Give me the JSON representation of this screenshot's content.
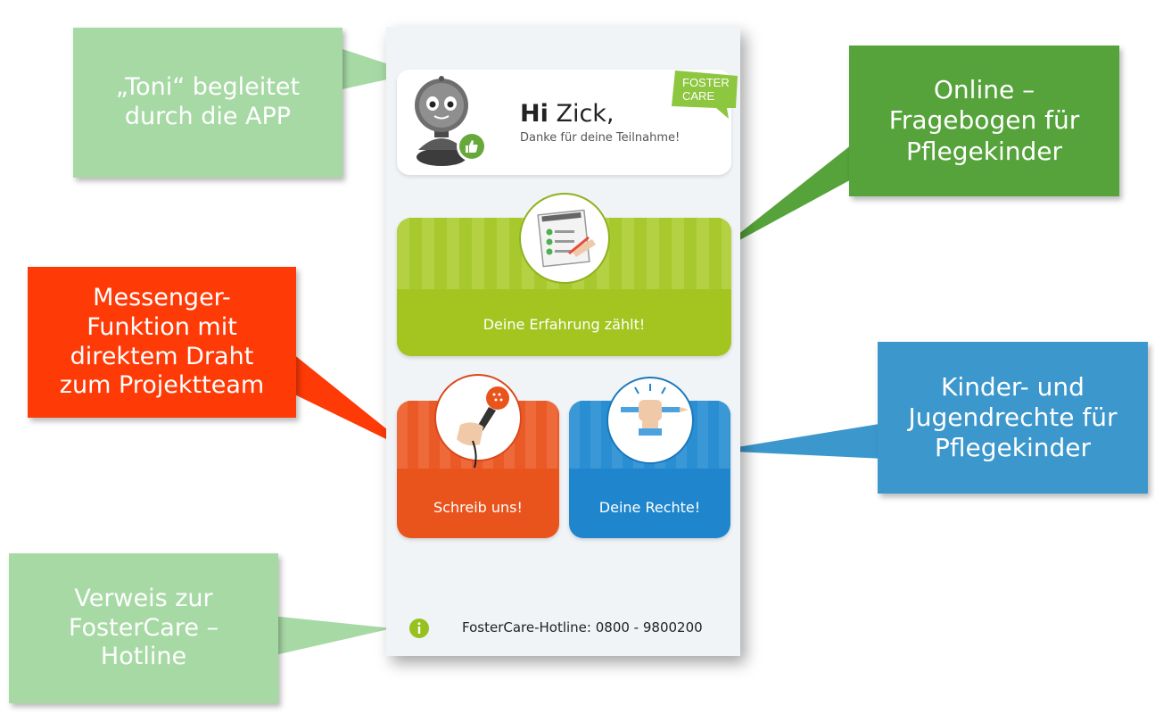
{
  "callouts": {
    "toni": "„Toni“ begleitet\ndurch die APP",
    "online": "Online –\nFragebogen für\nPflegekinder",
    "messenger": "Messenger-\nFunktion mit\ndirektem Draht\nzum Projektteam",
    "kinder": "Kinder- und\nJugendrechte für\nPflegekinder",
    "verweis": "Verweis zur\nFosterCare –\nHotline"
  },
  "header": {
    "greeting_hi": "Hi",
    "greeting_name": "Zick,",
    "subtitle": "Danke für deine Teilnahme!",
    "logo_line1": "FOSTER",
    "logo_line2": "CARE"
  },
  "tiles": {
    "survey": "Deine Erfahrung zählt!",
    "message": "Schreib uns!",
    "rights": "Deine Rechte!"
  },
  "footer": {
    "hotline": "FosterCare-Hotline: 0800 - 9800200"
  },
  "colors": {
    "green_tile": "#a4c520",
    "orange_tile": "#e9541d",
    "blue_tile": "#1f86cd",
    "callout_light_green": "#a7d9a5",
    "callout_green": "#55a33a",
    "callout_red": "#fe3a07",
    "callout_blue": "#3c97cc"
  }
}
